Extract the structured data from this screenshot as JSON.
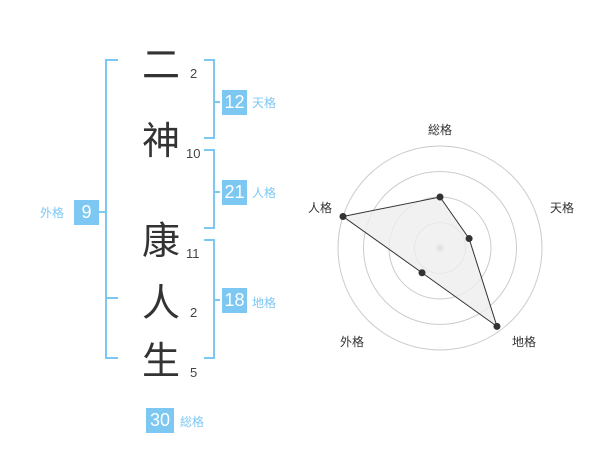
{
  "name": {
    "characters": [
      {
        "char": "二",
        "strokes": "2"
      },
      {
        "char": "神",
        "strokes": "10"
      },
      {
        "char": "康",
        "strokes": "11"
      },
      {
        "char": "人",
        "strokes": "2"
      },
      {
        "char": "生",
        "strokes": "5"
      }
    ]
  },
  "fortune": {
    "tenkaku": {
      "value": "12",
      "label": "天格"
    },
    "jinkaku": {
      "value": "21",
      "label": "人格"
    },
    "chikaku": {
      "value": "18",
      "label": "地格"
    },
    "gaikaku": {
      "value": "9",
      "label": "外格"
    },
    "soukaku": {
      "value": "30",
      "label": "総格"
    }
  },
  "chart_data": {
    "type": "radar",
    "axes": [
      "総格",
      "天格",
      "地格",
      "外格",
      "人格"
    ],
    "values": [
      0.5,
      0.3,
      0.95,
      0.3,
      1.0
    ],
    "rings": 4,
    "colors": {
      "fill": "#eeeeee",
      "line": "#333333",
      "grid": "#cccccc",
      "accent": "#7cc8f3"
    }
  }
}
